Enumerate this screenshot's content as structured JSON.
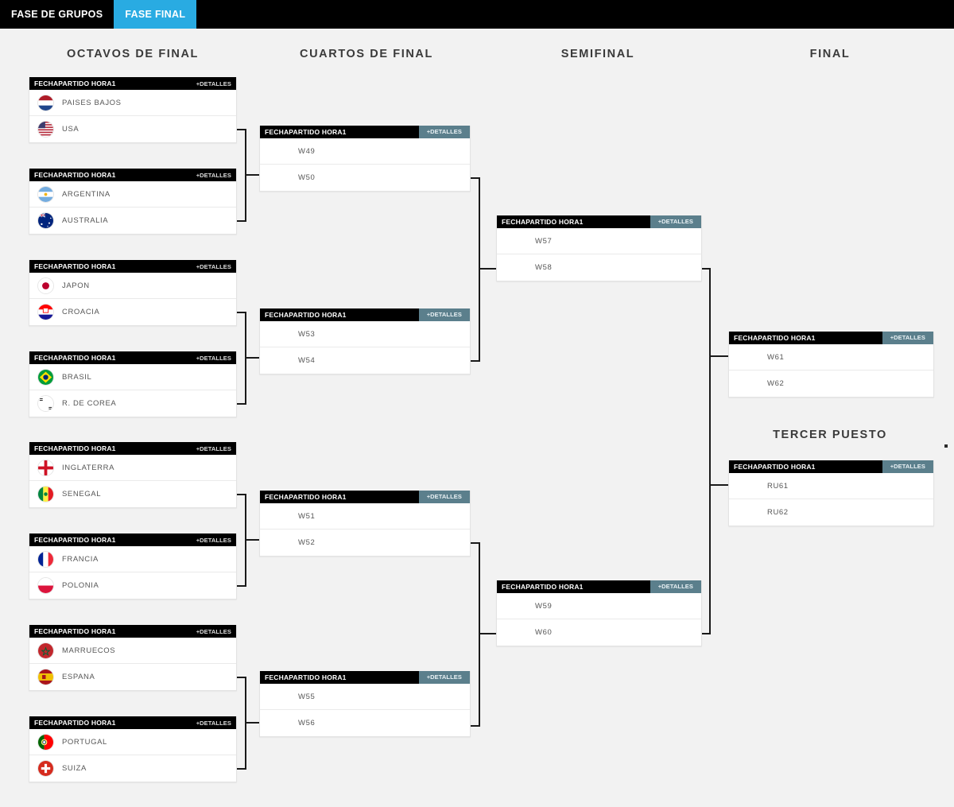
{
  "tabs": [
    {
      "label": "FASE DE GRUPOS",
      "active": false
    },
    {
      "label": "FASE FINAL",
      "active": true
    }
  ],
  "theme": {
    "accent": "#29abe2",
    "header_bg": "#000000",
    "details_btn_bg": "#5b7f8c",
    "page_bg": "#f2f2f2",
    "card_bg": "#ffffff",
    "connector": "#1a1a1a"
  },
  "rounds": [
    {
      "id": "octavos",
      "title": "OCTAVOS DE FINAL"
    },
    {
      "id": "cuartos",
      "title": "CUARTOS DE FINAL"
    },
    {
      "id": "semifinal",
      "title": "SEMIFINAL"
    },
    {
      "id": "final",
      "title": "FINAL"
    }
  ],
  "third_place_title": "TERCER PUESTO",
  "match_meta_label": "FECHAPARTIDO HORA1",
  "details_label": "+DETALLES",
  "matches": {
    "r16": [
      {
        "id": "r16-1",
        "meta": "FECHAPARTIDO HORA1",
        "details": "+DETALLES",
        "teams": [
          {
            "name": "PAISES BAJOS",
            "flag": "netherlands"
          },
          {
            "name": "USA",
            "flag": "usa"
          }
        ]
      },
      {
        "id": "r16-2",
        "meta": "FECHAPARTIDO HORA1",
        "details": "+DETALLES",
        "teams": [
          {
            "name": "ARGENTINA",
            "flag": "argentina"
          },
          {
            "name": "AUSTRALIA",
            "flag": "australia"
          }
        ]
      },
      {
        "id": "r16-3",
        "meta": "FECHAPARTIDO HORA1",
        "details": "+DETALLES",
        "teams": [
          {
            "name": "JAPON",
            "flag": "japan"
          },
          {
            "name": "CROACIA",
            "flag": "croatia"
          }
        ]
      },
      {
        "id": "r16-4",
        "meta": "FECHAPARTIDO HORA1",
        "details": "+DETALLES",
        "teams": [
          {
            "name": "BRASIL",
            "flag": "brazil"
          },
          {
            "name": "R. DE COREA",
            "flag": "southkorea"
          }
        ]
      },
      {
        "id": "r16-5",
        "meta": "FECHAPARTIDO HORA1",
        "details": "+DETALLES",
        "teams": [
          {
            "name": "INGLATERRA",
            "flag": "england"
          },
          {
            "name": "SENEGAL",
            "flag": "senegal"
          }
        ]
      },
      {
        "id": "r16-6",
        "meta": "FECHAPARTIDO HORA1",
        "details": "+DETALLES",
        "teams": [
          {
            "name": "FRANCIA",
            "flag": "france"
          },
          {
            "name": "POLONIA",
            "flag": "poland"
          }
        ]
      },
      {
        "id": "r16-7",
        "meta": "FECHAPARTIDO HORA1",
        "details": "+DETALLES",
        "teams": [
          {
            "name": "MARRUECOS",
            "flag": "morocco"
          },
          {
            "name": "ESPANA",
            "flag": "spain"
          }
        ]
      },
      {
        "id": "r16-8",
        "meta": "FECHAPARTIDO HORA1",
        "details": "+DETALLES",
        "teams": [
          {
            "name": "PORTUGAL",
            "flag": "portugal"
          },
          {
            "name": "SUIZA",
            "flag": "switzerland"
          }
        ]
      }
    ],
    "quarters": [
      {
        "id": "qf-1",
        "meta": "FECHAPARTIDO HORA1",
        "details": "+DETALLES",
        "slots": [
          "W49",
          "W50"
        ]
      },
      {
        "id": "qf-2",
        "meta": "FECHAPARTIDO HORA1",
        "details": "+DETALLES",
        "slots": [
          "W53",
          "W54"
        ]
      },
      {
        "id": "qf-3",
        "meta": "FECHAPARTIDO HORA1",
        "details": "+DETALLES",
        "slots": [
          "W51",
          "W52"
        ]
      },
      {
        "id": "qf-4",
        "meta": "FECHAPARTIDO HORA1",
        "details": "+DETALLES",
        "slots": [
          "W55",
          "W56"
        ]
      }
    ],
    "semis": [
      {
        "id": "sf-1",
        "meta": "FECHAPARTIDO HORA1",
        "details": "+DETALLES",
        "slots": [
          "W57",
          "W58"
        ]
      },
      {
        "id": "sf-2",
        "meta": "FECHAPARTIDO HORA1",
        "details": "+DETALLES",
        "slots": [
          "W59",
          "W60"
        ]
      }
    ],
    "final": {
      "id": "final-1",
      "meta": "FECHAPARTIDO HORA1",
      "details": "+DETALLES",
      "slots": [
        "W61",
        "W62"
      ]
    },
    "third": {
      "id": "third-1",
      "meta": "FECHAPARTIDO HORA1",
      "details": "+DETALLES",
      "slots": [
        "RU61",
        "RU62"
      ]
    }
  }
}
